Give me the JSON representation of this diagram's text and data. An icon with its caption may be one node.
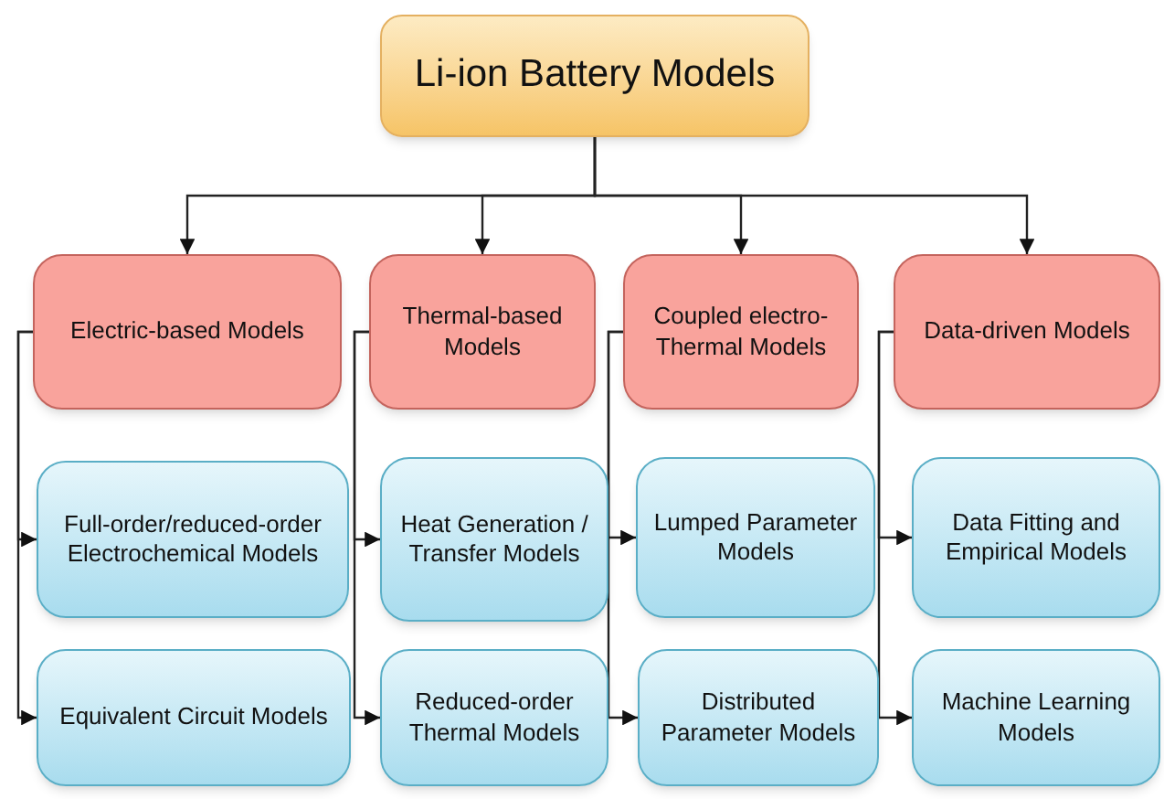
{
  "diagram": {
    "nodes": [
      {
        "text": [
          "Li-ion Battery Models"
        ]
      },
      {
        "text": [
          "Electric-based Models"
        ]
      },
      {
        "text": [
          "Thermal-based Models"
        ]
      },
      {
        "text": [
          "Coupled electro-Thermal Models"
        ]
      },
      {
        "text": [
          "Data-driven Models"
        ]
      },
      {
        "text": [
          "Full-order/reduced-order Electrochemical Models"
        ]
      },
      {
        "text": [
          "Heat Generation / Transfer Models"
        ]
      },
      {
        "text": [
          "Lumped Parameter Models"
        ]
      },
      {
        "text": [
          "Data Fitting and Empirical Models"
        ]
      },
      {
        "text": [
          "Equivalent Circuit Models"
        ]
      },
      {
        "text": [
          "Reduced-order Thermal Models"
        ]
      },
      {
        "text": [
          "Distributed Parameter Models"
        ]
      },
      {
        "text": [
          "Machine Learning Models"
        ]
      }
    ],
    "edges": [
      {
        "from": 0,
        "to": 1,
        "arrow": "to"
      },
      {
        "from": 0,
        "to": 2,
        "arrow": "to"
      },
      {
        "from": 0,
        "to": 3,
        "arrow": "to"
      },
      {
        "from": 0,
        "to": 4,
        "arrow": "to"
      },
      {
        "from": 1,
        "to": 5,
        "arrow": "to"
      },
      {
        "from": 1,
        "to": 9,
        "arrow": "to"
      },
      {
        "from": 2,
        "to": 6,
        "arrow": "to"
      },
      {
        "from": 2,
        "to": 10,
        "arrow": "to"
      },
      {
        "from": 3,
        "to": 7,
        "arrow": "to"
      },
      {
        "from": 3,
        "to": 11,
        "arrow": "to"
      },
      {
        "from": 4,
        "to": 8,
        "arrow": "to"
      },
      {
        "from": 4,
        "to": 12,
        "arrow": "to"
      }
    ]
  }
}
